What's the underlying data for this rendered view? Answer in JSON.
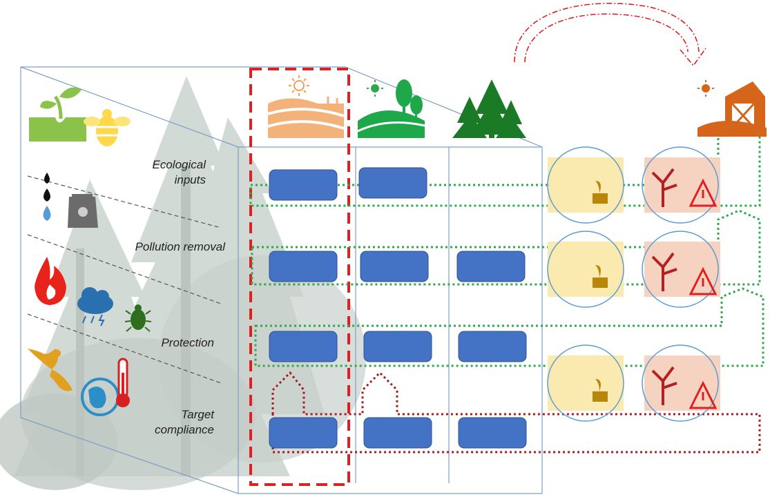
{
  "rows": [
    {
      "label_line1": "Ecological",
      "label_line2": "inputs"
    },
    {
      "label_line1": "Pollution removal",
      "label_line2": ""
    },
    {
      "label_line1": "Protection",
      "label_line2": ""
    },
    {
      "label_line1": "Target",
      "label_line2": "compliance"
    }
  ],
  "colors": {
    "box_fill": "#4472c4",
    "box_stroke": "#2f528f",
    "green_dotted": "#2ea84a",
    "red_dotted": "#a31d1d",
    "dashed_highlight": "#e02020",
    "curved_arrow": "#e02020",
    "tree_bg": "#c8d1cc",
    "cycle_ring": "#5b9bd5",
    "panel_yellow": "#fbeab0",
    "panel_pink": "#f6d2c0",
    "barn": "#d4651a"
  },
  "icons": {
    "left_column": [
      "seedling-icon",
      "bee-icon",
      "water-drops-icon",
      "fertilizer-bag-icon",
      "fire-icon",
      "storm-cloud-icon",
      "beetle-icon",
      "eagle-icon",
      "globe-thermometer-icon"
    ],
    "top_row": [
      "farmland-sun-icon",
      "hills-sun-icon",
      "forest-icon",
      "barn-sun-icon"
    ],
    "right_side": [
      "regrowth-panel-icon",
      "degraded-land-warning-icon"
    ]
  }
}
